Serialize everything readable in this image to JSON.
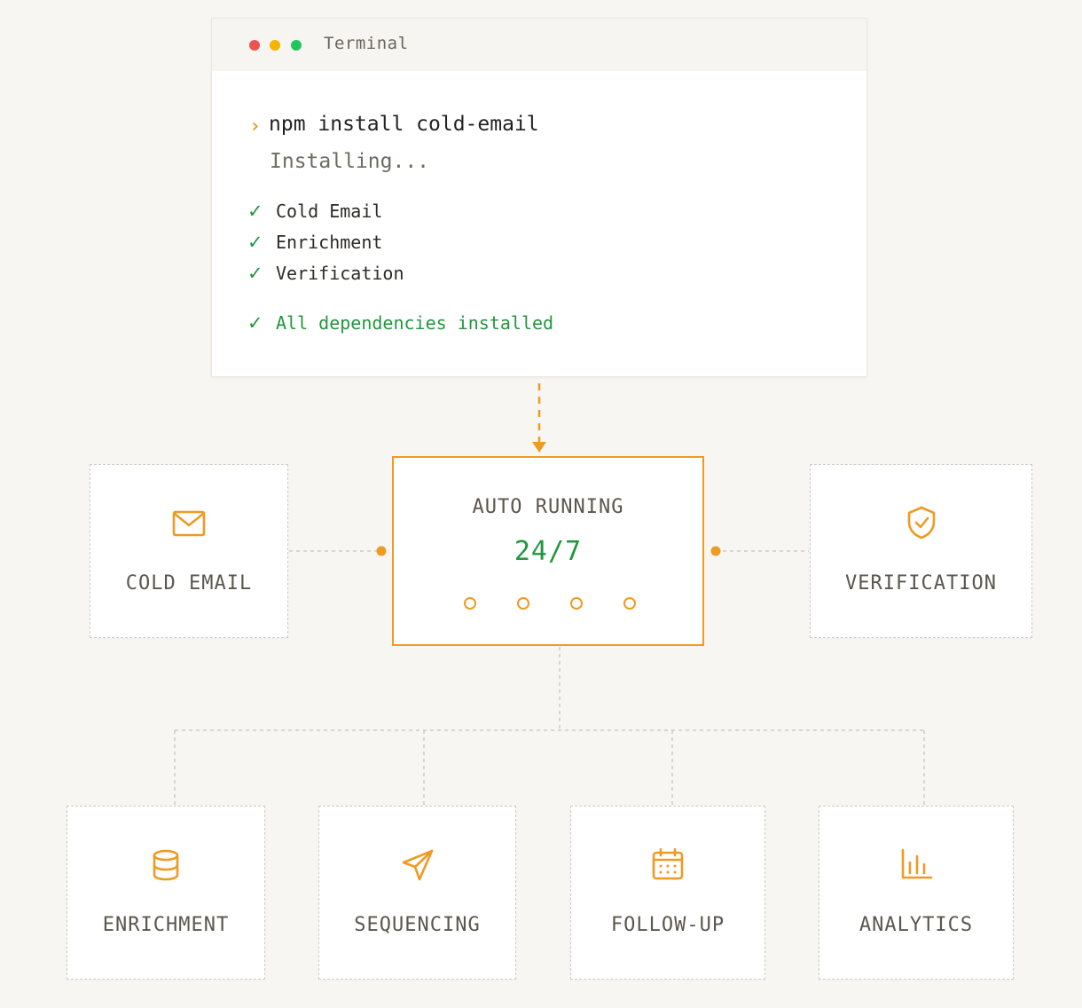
{
  "colors": {
    "accent": "#ef9a23",
    "success": "#22963f",
    "dot_red": "#ec5454",
    "dot_yellow": "#f4b400",
    "dot_green": "#22c55e",
    "text": "#5b574f",
    "background": "#f7f6f2"
  },
  "terminal": {
    "title": "Terminal",
    "prompt_symbol": "›",
    "command": "npm install cold-email",
    "status": "Installing...",
    "checks": [
      {
        "icon": "✓",
        "label": "Cold Email"
      },
      {
        "icon": "✓",
        "label": "Enrichment"
      },
      {
        "icon": "✓",
        "label": "Verification"
      }
    ],
    "success": {
      "icon": "✓",
      "label": "All dependencies installed"
    }
  },
  "hub": {
    "title": "AUTO RUNNING",
    "value": "24/7"
  },
  "side_modules": [
    {
      "label": "COLD EMAIL",
      "icon": "mail-icon"
    },
    {
      "label": "VERIFICATION",
      "icon": "shield-check-icon"
    }
  ],
  "bottom_modules": [
    {
      "label": "ENRICHMENT",
      "icon": "database-icon"
    },
    {
      "label": "SEQUENCING",
      "icon": "send-icon"
    },
    {
      "label": "FOLLOW-UP",
      "icon": "calendar-icon"
    },
    {
      "label": "ANALYTICS",
      "icon": "bar-chart-icon"
    }
  ]
}
